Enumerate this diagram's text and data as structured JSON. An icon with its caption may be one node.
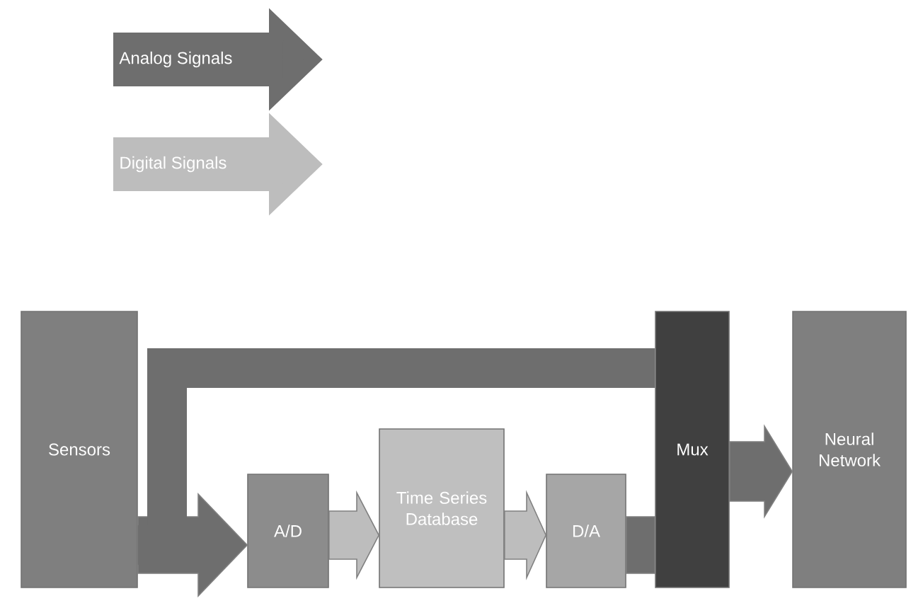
{
  "diagram": {
    "nodes": [
      {
        "text": [
          "Sensors"
        ]
      },
      {
        "text": [
          "A/D"
        ]
      },
      {
        "text": [
          "Time Series Database"
        ]
      },
      {
        "text": [
          "D/A"
        ]
      },
      {
        "text": [
          "Mux"
        ]
      },
      {
        "text": [
          "Neural Network"
        ]
      }
    ],
    "edges": [
      {
        "from": 0,
        "to": 1,
        "arrow": "to"
      },
      {
        "from": 0,
        "to": 4,
        "arrow": "none"
      },
      {
        "from": 1,
        "to": 2,
        "arrow": "to",
        "color": "#bdbdbd"
      },
      {
        "from": 2,
        "to": 3,
        "arrow": "to",
        "color": "#bdbdbd"
      },
      {
        "from": 3,
        "to": 4,
        "arrow": "none"
      },
      {
        "from": 4,
        "to": 5,
        "arrow": "to"
      }
    ],
    "legend": [
      {
        "text": "Analog Signals",
        "color": "#6e6e6e"
      },
      {
        "text": "Digital Signals",
        "color": "#bdbdbd"
      }
    ]
  }
}
